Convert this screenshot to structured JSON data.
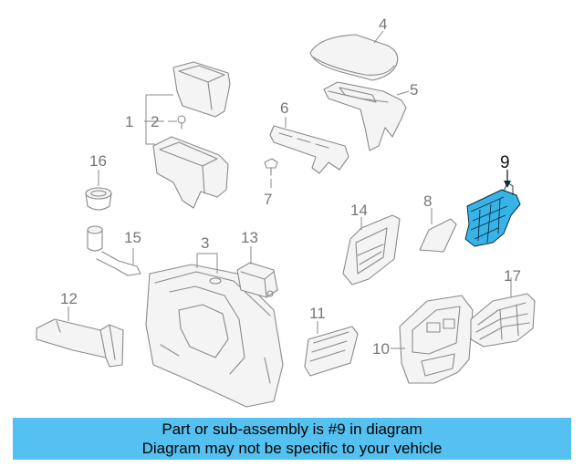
{
  "callouts": {
    "c1": "1",
    "c2": "2",
    "c3": "3",
    "c4": "4",
    "c5": "5",
    "c6": "6",
    "c7": "7",
    "c8": "8",
    "c9": "9",
    "c10": "10",
    "c11": "11",
    "c12": "12",
    "c13": "13",
    "c14": "14",
    "c15": "15",
    "c16": "16",
    "c17": "17"
  },
  "highlight": {
    "part_number": "9",
    "color": "#38b3e8"
  },
  "banner": {
    "line1": "Part or sub-assembly is #9 in diagram",
    "line2": "Diagram may not be specific to your vehicle",
    "background": "#55c1f0"
  }
}
